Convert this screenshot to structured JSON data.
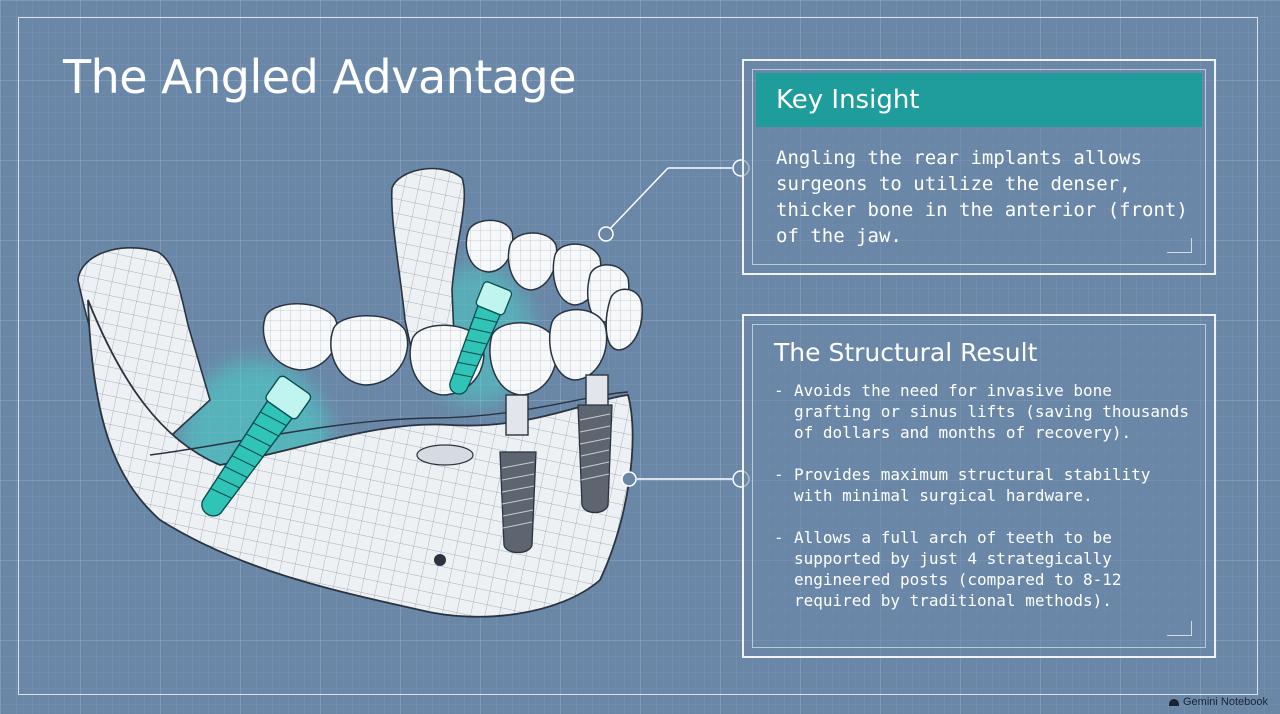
{
  "title": "The Angled Advantage",
  "insight": {
    "title": "Key Insight",
    "body": "Angling the rear implants allows surgeons to utilize the denser, thicker bone in the anterior (front) of the jaw."
  },
  "result": {
    "title": "The Structural Result",
    "items": [
      "Avoids the need for invasive bone grafting or sinus lifts (saving thousands of dollars and months of recovery).",
      "Provides maximum structural stability with minimal surgical hardware.",
      "Allows a full arch of teeth to be supported by just 4 strategically engineered posts (compared to 8-12 required by traditional methods)."
    ]
  },
  "badge": {
    "label": "Gemini Notebook"
  },
  "colors": {
    "background": "#6a87a8",
    "accent": "#1f9d9c",
    "glow": "#3fe6d2",
    "bone": "#e9edf1"
  }
}
